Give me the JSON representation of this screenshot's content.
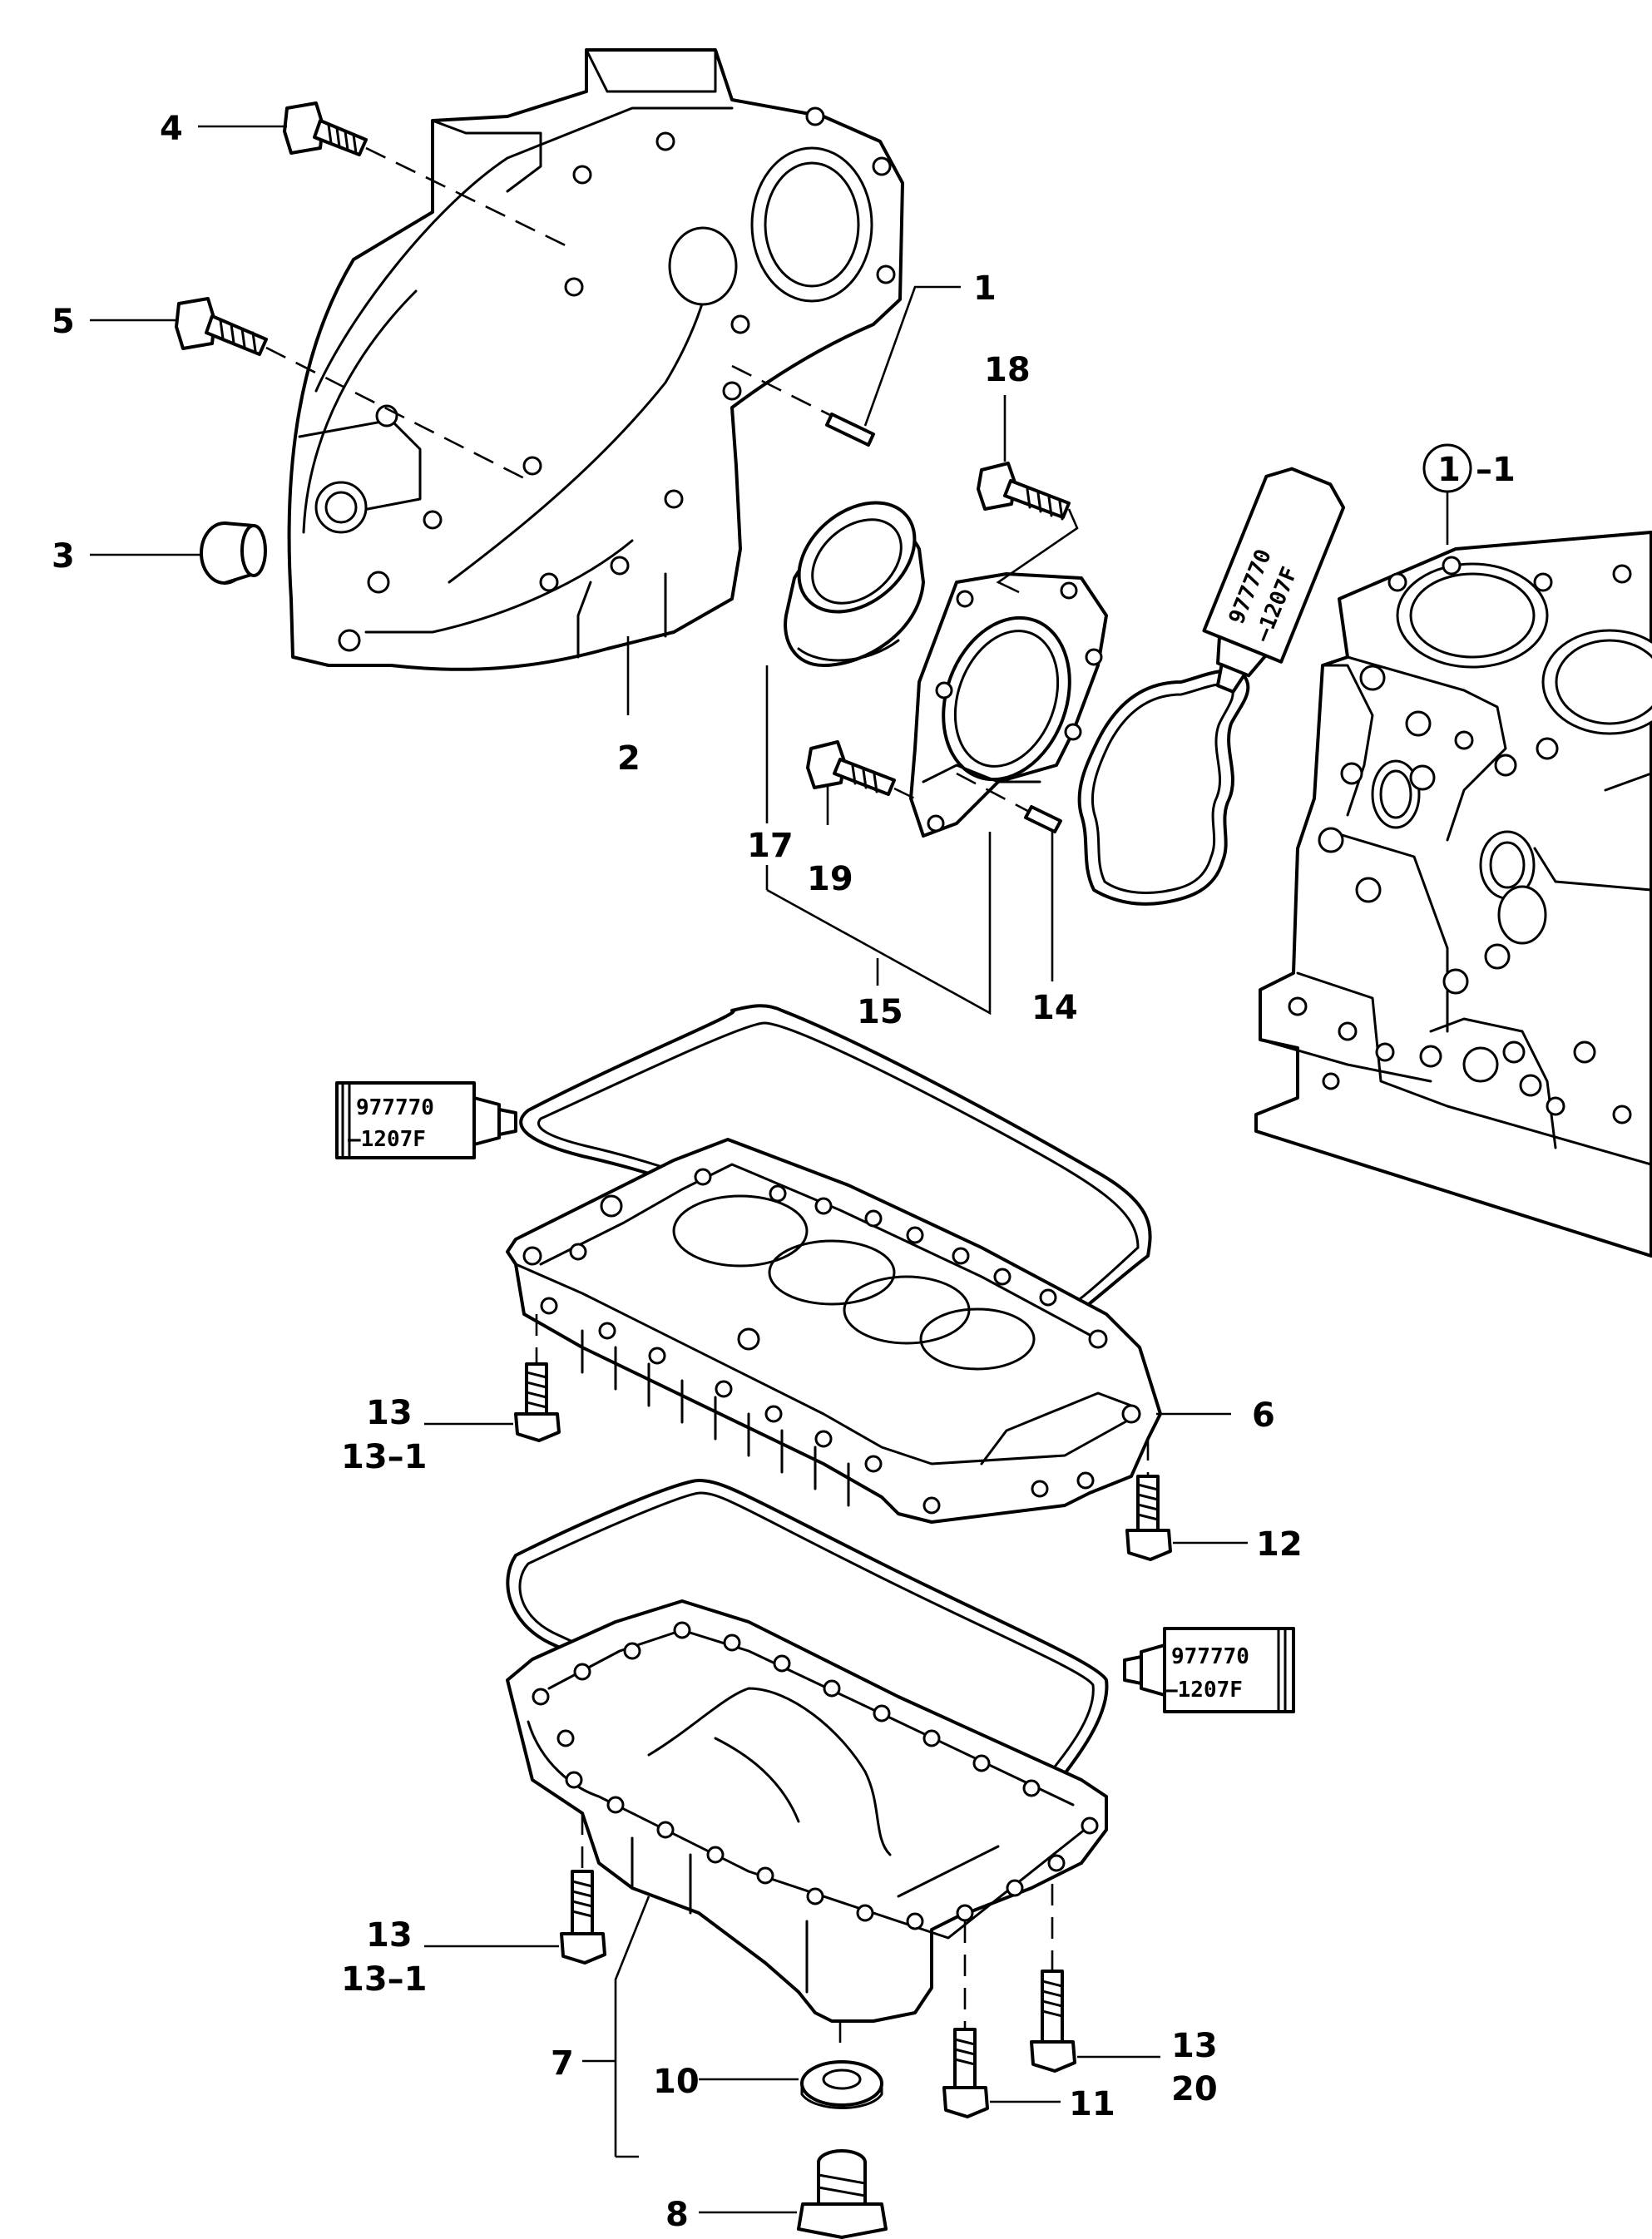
{
  "labels": {
    "c1": "1",
    "c2": "2",
    "c3": "3",
    "c4": "4",
    "c5": "5",
    "c6": "6",
    "c7": "7",
    "c8": "8",
    "c10": "10",
    "c11": "11",
    "c12": "12",
    "c13a": "13",
    "c13a_sub": "13–1",
    "c13b": "13",
    "c13b_sub": "13–1",
    "c13c": "13",
    "c13c_sub": "20",
    "c14": "14",
    "c15": "15",
    "c17": "17",
    "c18": "18",
    "c19": "19",
    "ref_circle": "1",
    "ref_suffix": "–1"
  },
  "sealant": {
    "code": "977770",
    "suffix": "–1207F"
  }
}
